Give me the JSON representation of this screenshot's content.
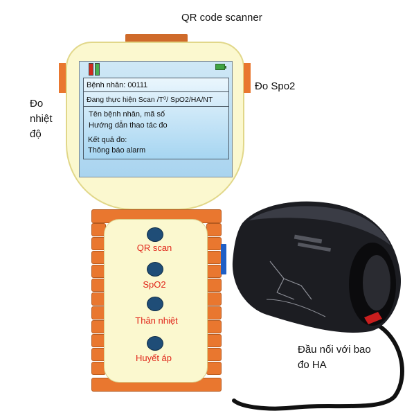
{
  "labels": {
    "qr_scanner": "QR code scanner",
    "temperature": "Đo nhiệt độ",
    "spo2": "Đo Spo2",
    "connector": "Đầu nối với bao đo HA"
  },
  "screen": {
    "patient": "Bệnh nhân: 00111",
    "status": "Đang thực hiện Scan /T⁰/ SpO2/HA/NT",
    "name_line": "Tên  bệnh nhân, mã số",
    "guide_line": "Hướng dẫn thao tác đo",
    "result_line": "Kết quả đo:",
    "alarm_line": "Thông báo alarm"
  },
  "buttons": [
    {
      "label": "QR scan"
    },
    {
      "label": "SpO2"
    },
    {
      "label": "Thân nhiệt"
    },
    {
      "label": "Huyết áp"
    }
  ],
  "colors": {
    "device_body": "#fbf8cf",
    "handle": "#e9772f",
    "button": "#1f4d77",
    "button_label": "#e02418",
    "screen": "#a9d4ef"
  },
  "icons": [
    "red-led-icon",
    "green-led-icon",
    "battery-icon"
  ]
}
